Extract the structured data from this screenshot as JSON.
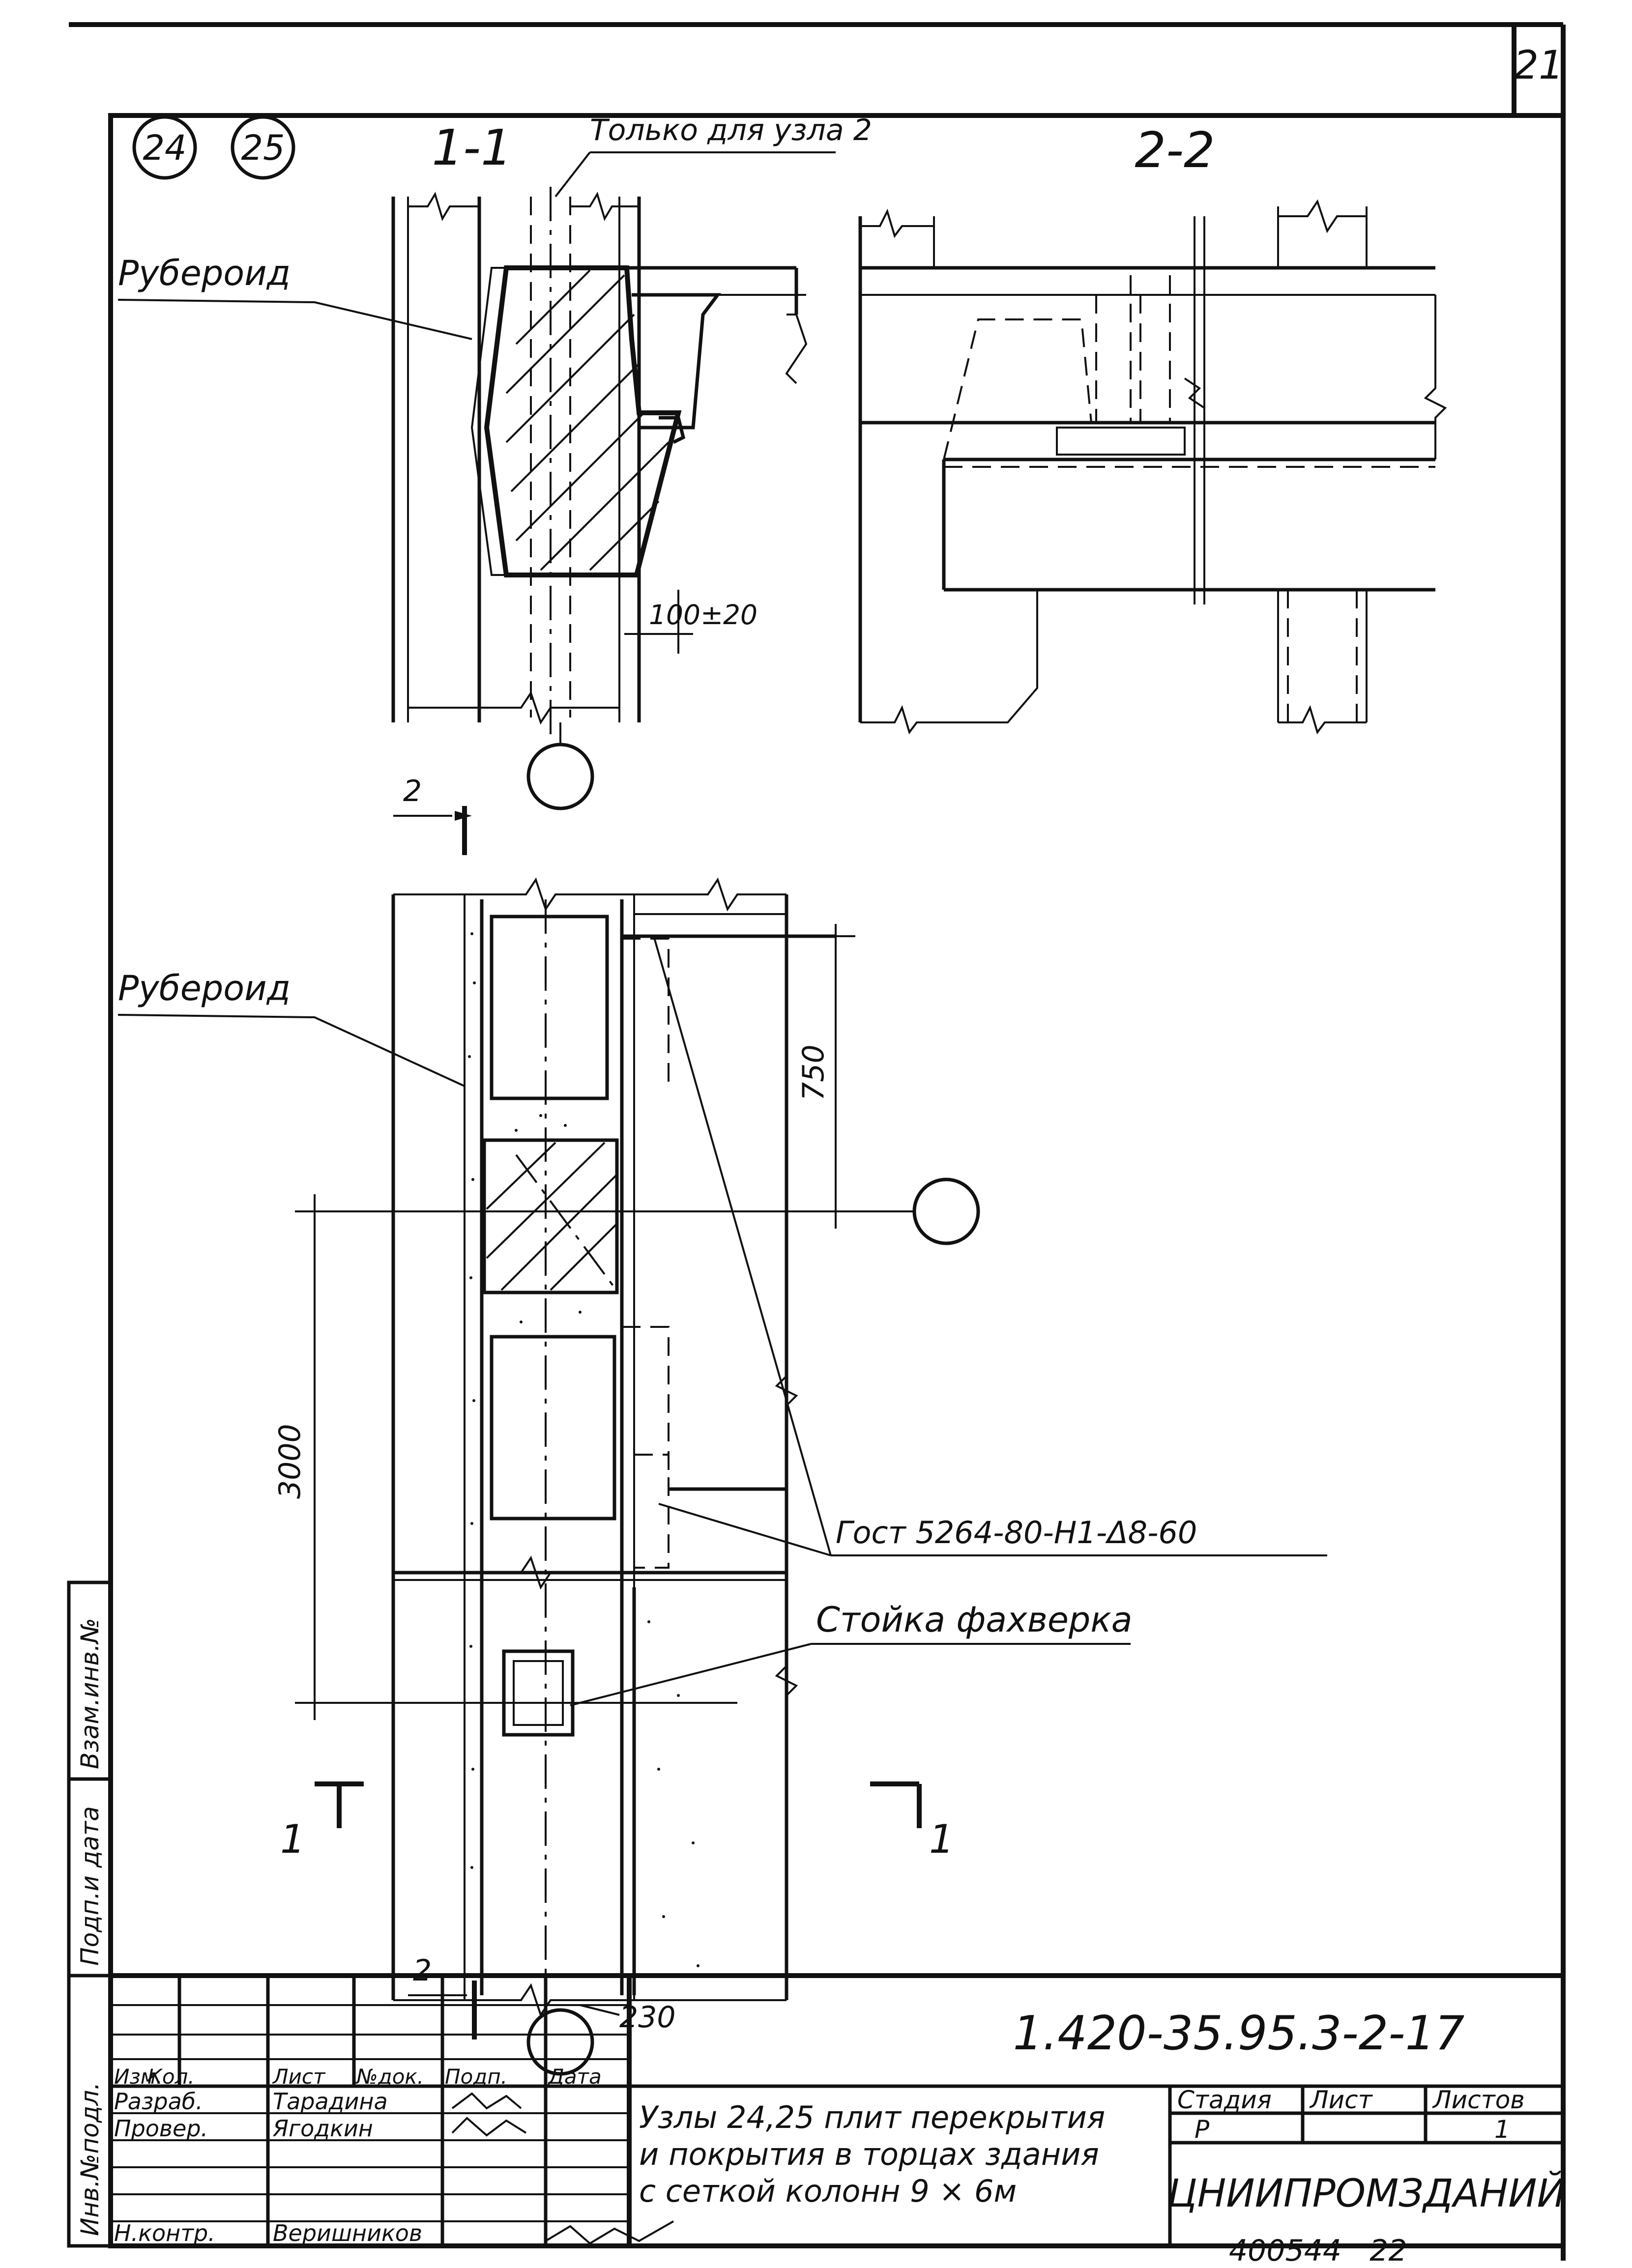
{
  "sheet_number": "21",
  "node_marks": [
    "24",
    "25"
  ],
  "section_1_title": "1-1",
  "section_2_title": "2-2",
  "note_only_for_node": "Только для узла 2",
  "label_ruberoid_top": "Руберoид",
  "label_ruberoid_plan": "Рубероид",
  "dim_gap": "100±20",
  "dim_750": "750",
  "dim_3000": "3000",
  "dim_230": "230",
  "section_mark_2": "2",
  "section_mark_1": "1",
  "gost_label": "Гост 5264-80-Н1-Δ8-60",
  "label_stoika": "Стойка фахверка",
  "stamp": {
    "doc_code": "1.420-35.95.3-2-17",
    "col_headers": [
      "Изм.",
      "Кол.",
      "Лист",
      "№док.",
      "Подп.",
      "Дата"
    ],
    "rows": [
      {
        "role": "Разраб.",
        "name": "Тарадина"
      },
      {
        "role": "Провер.",
        "name": "Ягодкин"
      },
      {
        "role": "",
        "name": ""
      },
      {
        "role": "Н.контр.",
        "name": "Веришников"
      }
    ],
    "title_lines": [
      "Узлы 24,25 плит перекрытия",
      "и покрытия в торцах здания",
      "с сеткой колонн 9 × 6м"
    ],
    "stage_headers": [
      "Стадия",
      "Лист",
      "Листов"
    ],
    "stage_values": [
      "Р",
      "",
      "1"
    ],
    "organization": "ЦНИИПРОМЗДАНИЙ"
  },
  "side_stamp": [
    "Инв.№подл.",
    "Подп.и дата",
    "Взам.инв.№"
  ],
  "bottom_note": "400544   22"
}
